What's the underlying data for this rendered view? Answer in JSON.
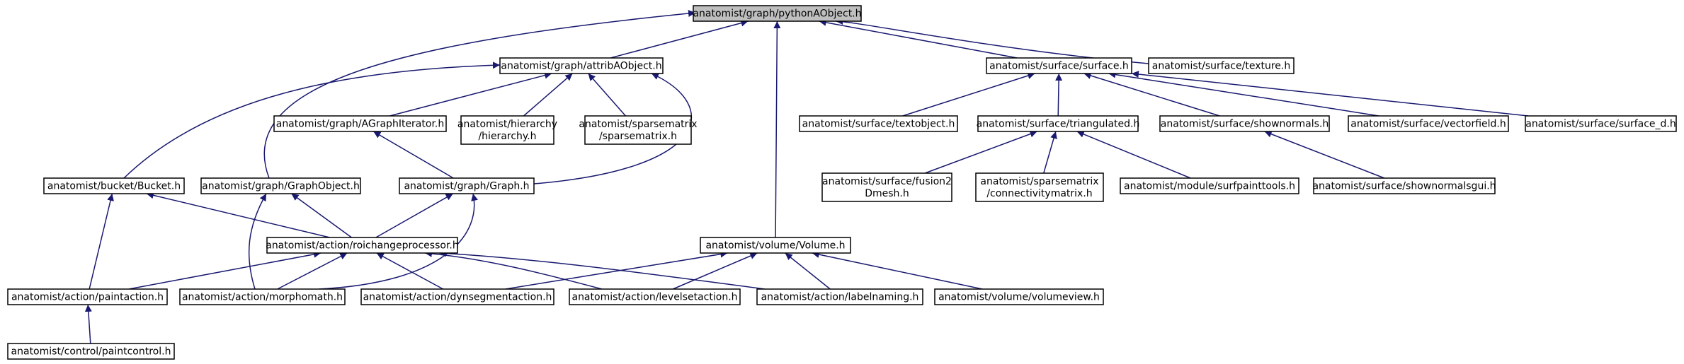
{
  "diagram": {
    "nodes": [
      {
        "id": "pythonAObject",
        "lines": [
          "anatomist/graph/pythonAObject.h"
        ],
        "root": true
      },
      {
        "id": "attribAObject",
        "lines": [
          "anatomist/graph/attribAObject.h"
        ]
      },
      {
        "id": "surface",
        "lines": [
          "anatomist/surface/surface.h"
        ]
      },
      {
        "id": "texture",
        "lines": [
          "anatomist/surface/texture.h"
        ]
      },
      {
        "id": "AGraphIterator",
        "lines": [
          "anatomist/graph/AGraphIterator.h"
        ]
      },
      {
        "id": "hierarchy",
        "lines": [
          "anatomist/hierarchy",
          "/hierarchy.h"
        ]
      },
      {
        "id": "sparsematrix",
        "lines": [
          "anatomist/sparsematrix",
          "/sparsematrix.h"
        ]
      },
      {
        "id": "textobject",
        "lines": [
          "anatomist/surface/textobject.h"
        ]
      },
      {
        "id": "triangulated",
        "lines": [
          "anatomist/surface/triangulated.h"
        ]
      },
      {
        "id": "shownormals",
        "lines": [
          "anatomist/surface/shownormals.h"
        ]
      },
      {
        "id": "vectorfield",
        "lines": [
          "anatomist/surface/vectorfield.h"
        ]
      },
      {
        "id": "surface_d",
        "lines": [
          "anatomist/surface/surface_d.h"
        ]
      },
      {
        "id": "Bucket",
        "lines": [
          "anatomist/bucket/Bucket.h"
        ]
      },
      {
        "id": "GraphObject",
        "lines": [
          "anatomist/graph/GraphObject.h"
        ]
      },
      {
        "id": "Graph",
        "lines": [
          "anatomist/graph/Graph.h"
        ]
      },
      {
        "id": "fusion2Dmesh",
        "lines": [
          "anatomist/surface/fusion2",
          "Dmesh.h"
        ]
      },
      {
        "id": "connectivitymatrix",
        "lines": [
          "anatomist/sparsematrix",
          "/connectivitymatrix.h"
        ]
      },
      {
        "id": "surfpainttools",
        "lines": [
          "anatomist/module/surfpainttools.h"
        ]
      },
      {
        "id": "shownormalsgui",
        "lines": [
          "anatomist/surface/shownormalsgui.h"
        ]
      },
      {
        "id": "roichangeprocessor",
        "lines": [
          "anatomist/action/roichangeprocessor.h"
        ]
      },
      {
        "id": "Volume",
        "lines": [
          "anatomist/volume/Volume.h"
        ]
      },
      {
        "id": "paintaction",
        "lines": [
          "anatomist/action/paintaction.h"
        ]
      },
      {
        "id": "morphomath",
        "lines": [
          "anatomist/action/morphomath.h"
        ]
      },
      {
        "id": "dynsegmentaction",
        "lines": [
          "anatomist/action/dynsegmentaction.h"
        ]
      },
      {
        "id": "levelsetaction",
        "lines": [
          "anatomist/action/levelsetaction.h"
        ]
      },
      {
        "id": "labelnaming",
        "lines": [
          "anatomist/action/labelnaming.h"
        ]
      },
      {
        "id": "volumeview",
        "lines": [
          "anatomist/volume/volumeview.h"
        ]
      },
      {
        "id": "paintcontrol",
        "lines": [
          "anatomist/control/paintcontrol.h"
        ]
      }
    ],
    "edges": [
      {
        "from": "attribAObject",
        "to": "pythonAObject"
      },
      {
        "from": "surface",
        "to": "pythonAObject"
      },
      {
        "from": "texture",
        "to": "pythonAObject"
      },
      {
        "from": "GraphObject",
        "to": "pythonAObject"
      },
      {
        "from": "Volume",
        "to": "pythonAObject"
      },
      {
        "from": "AGraphIterator",
        "to": "attribAObject"
      },
      {
        "from": "hierarchy",
        "to": "attribAObject"
      },
      {
        "from": "sparsematrix",
        "to": "attribAObject"
      },
      {
        "from": "Bucket",
        "to": "attribAObject"
      },
      {
        "from": "Graph",
        "to": "attribAObject"
      },
      {
        "from": "Graph",
        "to": "AGraphIterator"
      },
      {
        "from": "textobject",
        "to": "surface"
      },
      {
        "from": "triangulated",
        "to": "surface"
      },
      {
        "from": "shownormals",
        "to": "surface"
      },
      {
        "from": "vectorfield",
        "to": "surface"
      },
      {
        "from": "surface_d",
        "to": "surface"
      },
      {
        "from": "fusion2Dmesh",
        "to": "triangulated"
      },
      {
        "from": "connectivitymatrix",
        "to": "triangulated"
      },
      {
        "from": "surfpainttools",
        "to": "triangulated"
      },
      {
        "from": "shownormalsgui",
        "to": "shownormals"
      },
      {
        "from": "roichangeprocessor",
        "to": "Bucket"
      },
      {
        "from": "roichangeprocessor",
        "to": "GraphObject"
      },
      {
        "from": "roichangeprocessor",
        "to": "Graph"
      },
      {
        "from": "paintaction",
        "to": "Bucket"
      },
      {
        "from": "morphomath",
        "to": "GraphObject"
      },
      {
        "from": "morphomath",
        "to": "Graph"
      },
      {
        "from": "paintaction",
        "to": "roichangeprocessor"
      },
      {
        "from": "morphomath",
        "to": "roichangeprocessor"
      },
      {
        "from": "dynsegmentaction",
        "to": "roichangeprocessor"
      },
      {
        "from": "levelsetaction",
        "to": "roichangeprocessor"
      },
      {
        "from": "labelnaming",
        "to": "roichangeprocessor"
      },
      {
        "from": "dynsegmentaction",
        "to": "Volume"
      },
      {
        "from": "levelsetaction",
        "to": "Volume"
      },
      {
        "from": "labelnaming",
        "to": "Volume"
      },
      {
        "from": "volumeview",
        "to": "Volume"
      },
      {
        "from": "paintcontrol",
        "to": "paintaction"
      }
    ]
  }
}
